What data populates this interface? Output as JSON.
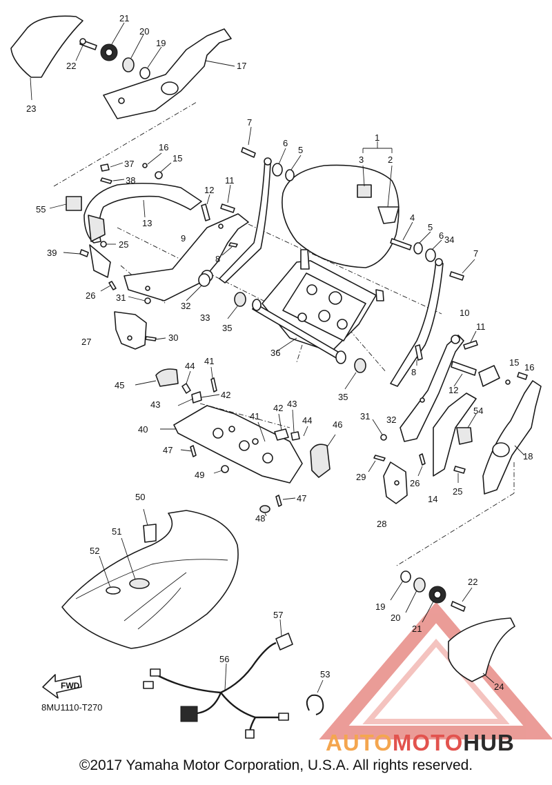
{
  "diagram": {
    "code": "8MU1110-T270",
    "fwd_label": "FWD",
    "callouts": [
      "1",
      "2",
      "3",
      "4",
      "5",
      "5",
      "6",
      "6",
      "7",
      "7",
      "8",
      "8",
      "9",
      "10",
      "11",
      "11",
      "12",
      "12",
      "13",
      "14",
      "15",
      "15",
      "16",
      "16",
      "17",
      "18",
      "19",
      "19",
      "20",
      "20",
      "21",
      "21",
      "22",
      "22",
      "23",
      "24",
      "25",
      "25",
      "26",
      "26",
      "27",
      "28",
      "29",
      "30",
      "31",
      "31",
      "32",
      "32",
      "33",
      "34",
      "35",
      "35",
      "36",
      "37",
      "38",
      "39",
      "40",
      "41",
      "41",
      "42",
      "42",
      "43",
      "43",
      "44",
      "44",
      "45",
      "46",
      "47",
      "47",
      "48",
      "49",
      "50",
      "51",
      "52",
      "53",
      "54",
      "55",
      "56",
      "57"
    ]
  },
  "watermark": {
    "part_a": "AUTO",
    "part_b": "MOTO",
    "part_c": "HUB",
    "accent": "#e2534e",
    "secondary": "#f4a64f"
  },
  "footer": {
    "copyright": "©2017 Yamaha Motor Corporation, U.S.A. All rights reserved."
  },
  "colors": {
    "line": "#1a1a1a",
    "background": "#ffffff"
  }
}
